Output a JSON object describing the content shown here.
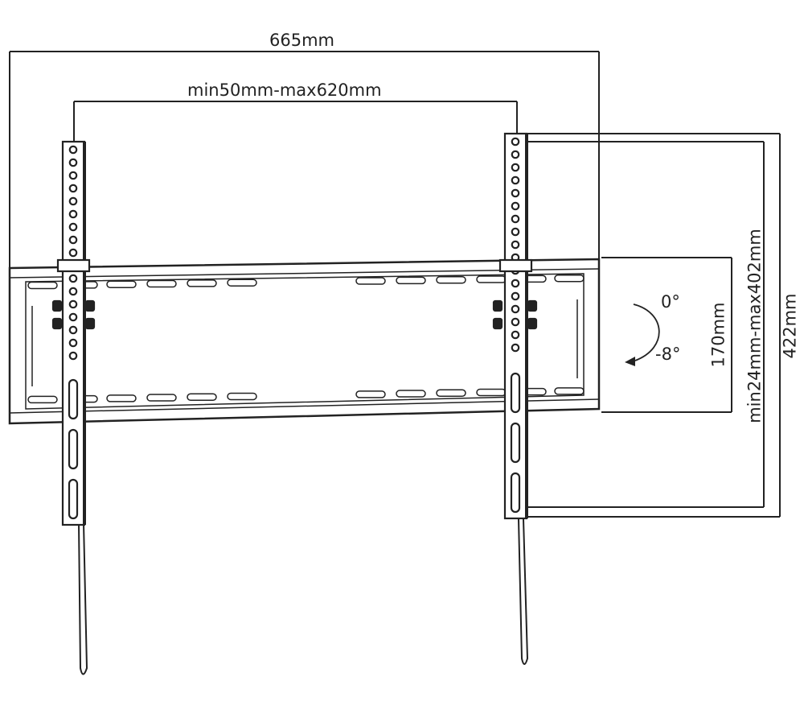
{
  "dimensions": {
    "overall_width": "665mm",
    "hole_spacing": "min50mm-max620mm",
    "bracket_height": "170mm",
    "vertical_spacing": "min24mm-max402mm",
    "overall_height": "422mm"
  },
  "tilt": {
    "up": "0°",
    "down": "-8°"
  },
  "colors": {
    "line": "#222222",
    "background": "#ffffff"
  }
}
